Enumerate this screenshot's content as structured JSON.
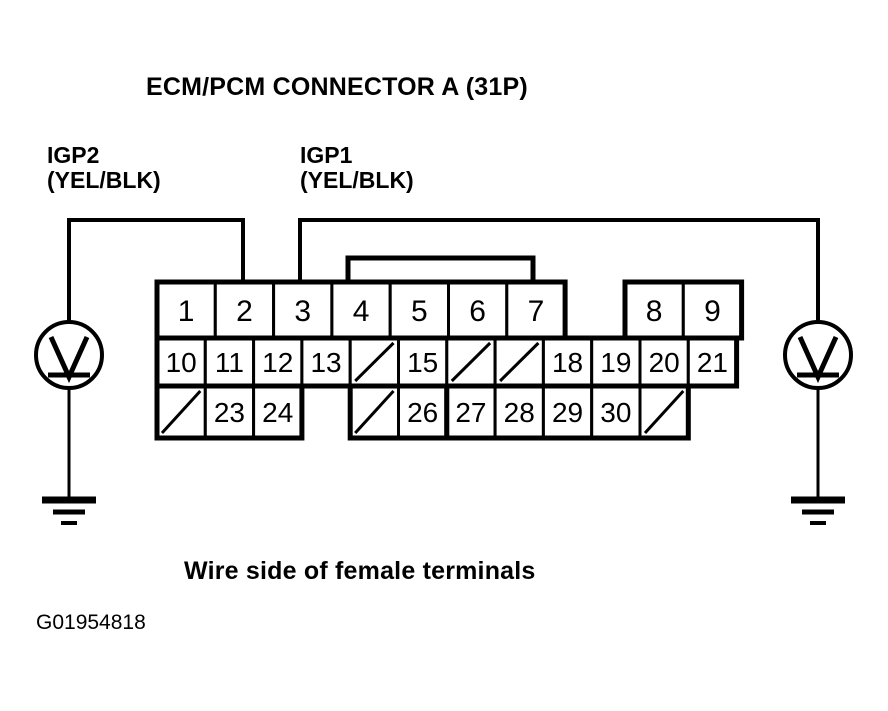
{
  "title": "ECM/PCM CONNECTOR A (31P)",
  "caption": "Wire side of female terminals",
  "part_number": "G01954818",
  "labels": {
    "left_probe": {
      "name": "IGP2",
      "wire_color": "(YEL/BLK)"
    },
    "right_probe": {
      "name": "IGP1",
      "wire_color": "(YEL/BLK)"
    }
  },
  "instruments": {
    "left_voltmeter": {
      "symbol": "V",
      "name": "voltmeter"
    },
    "right_voltmeter": {
      "symbol": "V",
      "name": "voltmeter"
    },
    "left_ground": {
      "name": "chassis-ground"
    },
    "right_ground": {
      "name": "chassis-ground"
    }
  },
  "connector": {
    "type": "31P",
    "designation": "A",
    "rows": [
      {
        "row": "top",
        "groups": [
          {
            "cells": [
              "1",
              "2",
              "3",
              "4",
              "5",
              "6",
              "7"
            ]
          },
          {
            "cells": [
              "8",
              "9"
            ]
          }
        ]
      },
      {
        "row": "middle",
        "groups": [
          {
            "cells": [
              "10",
              "11",
              "12",
              "13",
              "",
              "15",
              "",
              "",
              "18",
              "19",
              "20",
              "21"
            ]
          }
        ]
      },
      {
        "row": "bottom",
        "groups": [
          {
            "cells": [
              "",
              "23",
              "24"
            ]
          },
          {
            "cells": [
              "",
              "26"
            ]
          },
          {
            "cells": [
              "27",
              "28",
              "29",
              "30",
              ""
            ]
          }
        ]
      }
    ],
    "blank_cell_marker": "diagonal-slash"
  },
  "probe_connections": {
    "igp2_to_pin": "2",
    "igp1_to_pin": "3"
  },
  "colors": {
    "line": "#000000",
    "background": "#ffffff"
  }
}
